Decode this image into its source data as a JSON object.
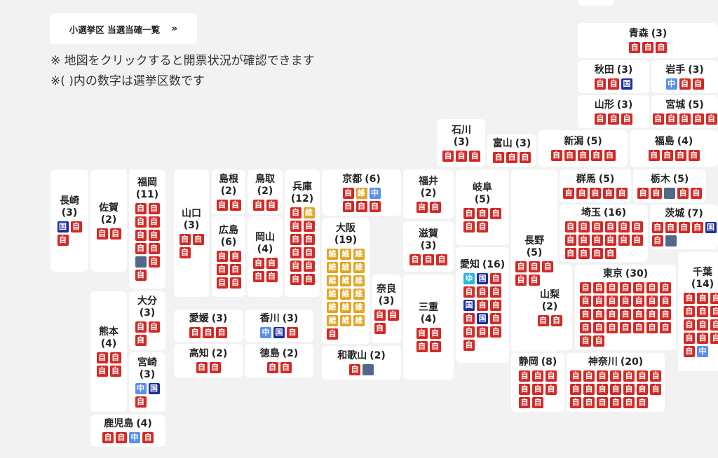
{
  "header": {
    "list_button_label": "小選挙区 当選当確一覧",
    "list_button_icon": "double-chevron-right-icon",
    "list_button_chevron": "»",
    "note1": "※ 地図をクリックすると開票状況が確認できます",
    "note2": "※( )内の数字は選挙区数です"
  },
  "parties": {
    "jimin": {
      "label": "自",
      "color": "#d42a26"
    },
    "ishin": {
      "label": "維",
      "color": "#e2a524"
    },
    "chudo": {
      "label": "中",
      "color": "#5b8ff0"
    },
    "kokumin": {
      "label": "国",
      "color": "#1b2f9e"
    },
    "yu": {
      "label": "ゆ",
      "color": "#2ab6e2"
    },
    "other": {
      "label": "",
      "color": "#50698a"
    }
  },
  "prefectures": [
    {
      "id": "aomori",
      "name": "青森",
      "count": "(3)",
      "seats": [
        "jimin",
        "jimin",
        "jimin"
      ]
    },
    {
      "id": "akita",
      "name": "秋田",
      "count": "(3)",
      "seats": [
        "jimin",
        "jimin",
        "kokumin"
      ]
    },
    {
      "id": "iwate",
      "name": "岩手",
      "count": "(3)",
      "seats": [
        "chudo",
        "jimin",
        "jimin"
      ]
    },
    {
      "id": "yamagata",
      "name": "山形",
      "count": "(3)",
      "seats": [
        "jimin",
        "jimin",
        "jimin"
      ]
    },
    {
      "id": "miyagi",
      "name": "宮城",
      "count": "(5)",
      "seats": [
        "jimin",
        "jimin",
        "jimin",
        "jimin",
        "jimin"
      ]
    },
    {
      "id": "ishikawa",
      "name": "石川",
      "count": "(3)",
      "seats": [
        "jimin",
        "jimin",
        "jimin"
      ]
    },
    {
      "id": "toyama",
      "name": "富山",
      "count": "(3)",
      "seats": [
        "jimin",
        "jimin",
        "jimin"
      ]
    },
    {
      "id": "niigata",
      "name": "新潟",
      "count": "(5)",
      "seats": [
        "jimin",
        "jimin",
        "jimin",
        "jimin",
        "jimin"
      ]
    },
    {
      "id": "fukushima",
      "name": "福島",
      "count": "(4)",
      "seats": [
        "jimin",
        "jimin",
        "jimin",
        "jimin"
      ]
    },
    {
      "id": "nagasaki",
      "name": "長崎",
      "count": "(3)",
      "seats": [
        "kokumin",
        "jimin",
        "jimin"
      ]
    },
    {
      "id": "saga",
      "name": "佐賀",
      "count": "(2)",
      "seats": [
        "jimin",
        "jimin"
      ]
    },
    {
      "id": "fukuoka",
      "name": "福岡",
      "count": "(11)",
      "seats": [
        "jimin",
        "jimin",
        "jimin",
        "jimin",
        "jimin",
        "jimin",
        "jimin",
        "jimin",
        "other",
        "jimin",
        "jimin"
      ]
    },
    {
      "id": "yamaguchi",
      "name": "山口",
      "count": "(3)",
      "seats": [
        "jimin",
        "jimin",
        "jimin"
      ]
    },
    {
      "id": "shimane",
      "name": "島根",
      "count": "(2)",
      "seats": [
        "jimin",
        "jimin"
      ]
    },
    {
      "id": "tottori",
      "name": "鳥取",
      "count": "(2)",
      "seats": [
        "jimin",
        "jimin"
      ]
    },
    {
      "id": "hiroshima",
      "name": "広島",
      "count": "(6)",
      "seats": [
        "jimin",
        "jimin",
        "jimin",
        "jimin",
        "jimin",
        "jimin"
      ]
    },
    {
      "id": "okayama",
      "name": "岡山",
      "count": "(4)",
      "seats": [
        "jimin",
        "jimin",
        "jimin",
        "jimin"
      ]
    },
    {
      "id": "hyogo",
      "name": "兵庫",
      "count": "(12)",
      "seats": [
        "jimin",
        "ishin",
        "jimin",
        "jimin",
        "jimin",
        "jimin",
        "jimin",
        "jimin",
        "jimin",
        "jimin",
        "jimin",
        "jimin"
      ]
    },
    {
      "id": "kyoto",
      "name": "京都",
      "count": "(6)",
      "seats": [
        "jimin",
        "ishin",
        "chudo",
        "jimin",
        "jimin",
        "jimin"
      ]
    },
    {
      "id": "osaka",
      "name": "大阪",
      "count": "(19)",
      "seats": [
        "ishin",
        "ishin",
        "ishin",
        "ishin",
        "ishin",
        "ishin",
        "ishin",
        "ishin",
        "ishin",
        "ishin",
        "ishin",
        "ishin",
        "ishin",
        "ishin",
        "ishin",
        "ishin",
        "ishin",
        "ishin",
        "jimin"
      ]
    },
    {
      "id": "nara",
      "name": "奈良",
      "count": "(3)",
      "seats": [
        "jimin",
        "jimin",
        "jimin"
      ]
    },
    {
      "id": "wakayama",
      "name": "和歌山",
      "count": "(2)",
      "seats": [
        "jimin",
        "other"
      ]
    },
    {
      "id": "fukui",
      "name": "福井",
      "count": "(2)",
      "seats": [
        "jimin",
        "jimin"
      ]
    },
    {
      "id": "shiga",
      "name": "滋賀",
      "count": "(3)",
      "seats": [
        "jimin",
        "jimin",
        "jimin"
      ]
    },
    {
      "id": "mie",
      "name": "三重",
      "count": "(4)",
      "seats": [
        "jimin",
        "jimin",
        "jimin",
        "jimin"
      ]
    },
    {
      "id": "gifu",
      "name": "岐阜",
      "count": "(5)",
      "seats": [
        "jimin",
        "jimin",
        "jimin",
        "jimin",
        "jimin"
      ]
    },
    {
      "id": "aichi",
      "name": "愛知",
      "count": "(16)",
      "seats": [
        "yu",
        "kokumin",
        "jimin",
        "jimin",
        "jimin",
        "jimin",
        "kokumin",
        "jimin",
        "jimin",
        "jimin",
        "kokumin",
        "jimin",
        "jimin",
        "jimin",
        "jimin",
        "jimin"
      ]
    },
    {
      "id": "nagano",
      "name": "長野",
      "count": "(5)",
      "seats": [
        "jimin",
        "jimin",
        "jimin",
        "jimin",
        "jimin"
      ]
    },
    {
      "id": "gunma",
      "name": "群馬",
      "count": "(5)",
      "seats": [
        "jimin",
        "jimin",
        "jimin",
        "jimin",
        "jimin"
      ]
    },
    {
      "id": "tochigi",
      "name": "栃木",
      "count": "(5)",
      "seats": [
        "jimin",
        "jimin",
        "other",
        "jimin",
        "jimin"
      ]
    },
    {
      "id": "saitama",
      "name": "埼玉",
      "count": "(16)",
      "seats": [
        "jimin",
        "jimin",
        "jimin",
        "jimin",
        "jimin",
        "jimin",
        "jimin",
        "jimin",
        "jimin",
        "jimin",
        "jimin",
        "jimin",
        "jimin",
        "jimin",
        "jimin",
        "jimin"
      ]
    },
    {
      "id": "ibaraki",
      "name": "茨城",
      "count": "(7)",
      "seats": [
        "jimin",
        "jimin",
        "jimin",
        "jimin",
        "kokumin",
        "jimin",
        "other"
      ]
    },
    {
      "id": "yamanashi",
      "name": "山梨",
      "count": "(2)",
      "seats": [
        "jimin",
        "jimin"
      ]
    },
    {
      "id": "tokyo",
      "name": "東京",
      "count": "(30)",
      "seats": [
        "jimin",
        "jimin",
        "jimin",
        "jimin",
        "jimin",
        "jimin",
        "jimin",
        "jimin",
        "jimin",
        "jimin",
        "jimin",
        "jimin",
        "jimin",
        "jimin",
        "jimin",
        "jimin",
        "jimin",
        "jimin",
        "jimin",
        "jimin",
        "jimin",
        "jimin",
        "jimin",
        "jimin",
        "jimin",
        "jimin",
        "jimin",
        "jimin",
        "jimin",
        "jimin"
      ]
    },
    {
      "id": "chiba",
      "name": "千葉",
      "count": "(14)",
      "seats": [
        "jimin",
        "jimin",
        "jimin",
        "jimin",
        "jimin",
        "jimin",
        "jimin",
        "jimin",
        "jimin",
        "jimin",
        "jimin",
        "jimin",
        "jimin",
        "chudo"
      ]
    },
    {
      "id": "shizuoka",
      "name": "静岡",
      "count": "(8)",
      "seats": [
        "jimin",
        "jimin",
        "jimin",
        "jimin",
        "jimin",
        "jimin",
        "jimin",
        "jimin"
      ]
    },
    {
      "id": "kanagawa",
      "name": "神奈川",
      "count": "(20)",
      "seats": [
        "jimin",
        "jimin",
        "jimin",
        "jimin",
        "jimin",
        "jimin",
        "jimin",
        "jimin",
        "jimin",
        "jimin",
        "jimin",
        "jimin",
        "jimin",
        "jimin",
        "jimin",
        "jimin",
        "jimin",
        "jimin",
        "jimin",
        "jimin"
      ]
    },
    {
      "id": "kumamoto",
      "name": "熊本",
      "count": "(4)",
      "seats": [
        "jimin",
        "jimin",
        "jimin",
        "jimin"
      ]
    },
    {
      "id": "oita",
      "name": "大分",
      "count": "(3)",
      "seats": [
        "jimin",
        "jimin",
        "jimin"
      ]
    },
    {
      "id": "miyazaki",
      "name": "宮崎",
      "count": "(3)",
      "seats": [
        "chudo",
        "kokumin",
        "jimin"
      ]
    },
    {
      "id": "kagoshima",
      "name": "鹿児島",
      "count": "(4)",
      "seats": [
        "jimin",
        "jimin",
        "chudo",
        "jimin"
      ]
    },
    {
      "id": "ehime",
      "name": "愛媛",
      "count": "(3)",
      "seats": [
        "jimin",
        "jimin",
        "jimin"
      ]
    },
    {
      "id": "kagawa",
      "name": "香川",
      "count": "(3)",
      "seats": [
        "chudo",
        "kokumin",
        "jimin"
      ]
    },
    {
      "id": "kochi",
      "name": "高知",
      "count": "(2)",
      "seats": [
        "jimin",
        "jimin"
      ]
    },
    {
      "id": "tokushima",
      "name": "徳島",
      "count": "(2)",
      "seats": [
        "jimin",
        "jimin"
      ]
    }
  ]
}
